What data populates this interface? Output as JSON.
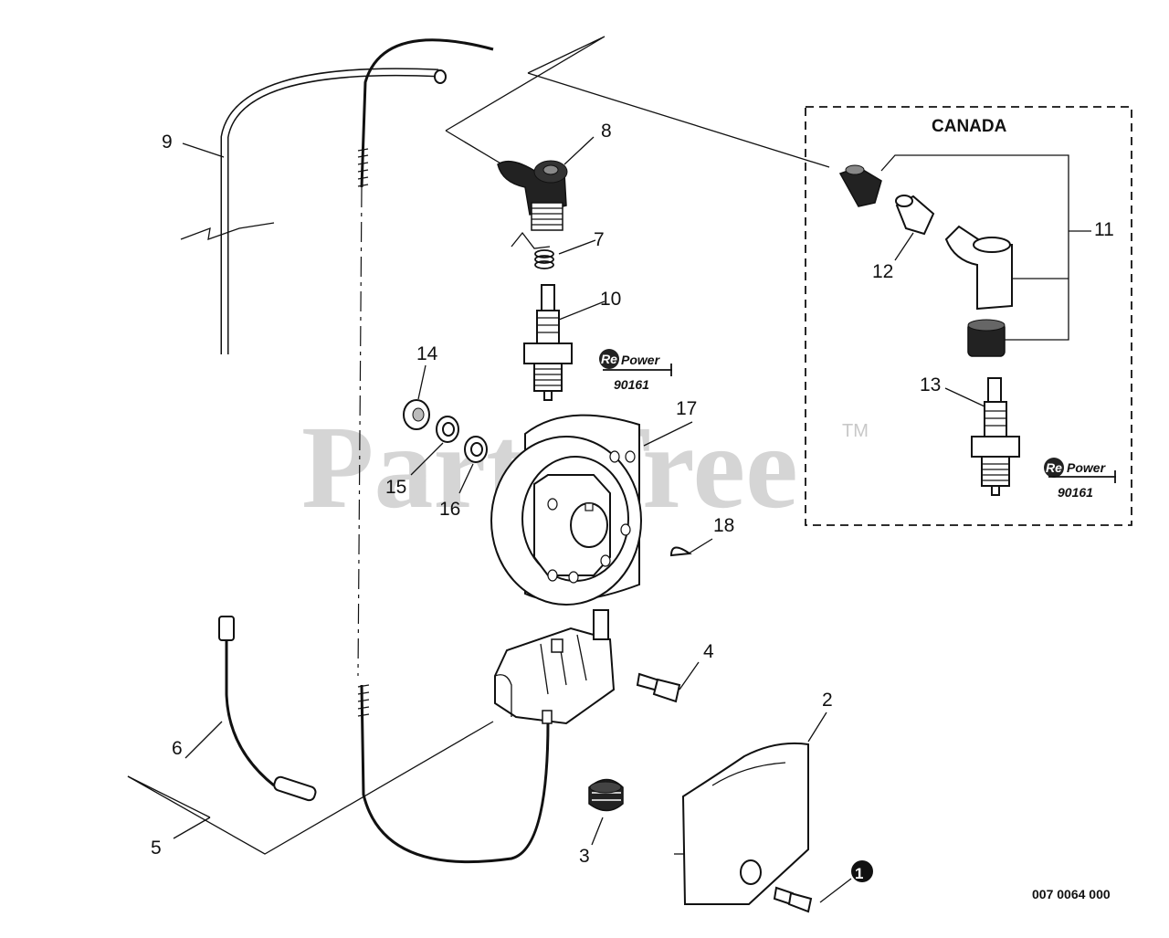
{
  "diagram": {
    "region_label": "CANADA",
    "watermark": "PartsTree",
    "trademark": "TM",
    "reference_number": "007 0064 000",
    "brand_logo": {
      "mark": "Re",
      "word": "Power",
      "part_number": "90161"
    },
    "callouts": [
      {
        "id": "c1",
        "label": "1"
      },
      {
        "id": "c2",
        "label": "2"
      },
      {
        "id": "c3",
        "label": "3"
      },
      {
        "id": "c4",
        "label": "4"
      },
      {
        "id": "c5",
        "label": "5"
      },
      {
        "id": "c6",
        "label": "6"
      },
      {
        "id": "c7",
        "label": "7"
      },
      {
        "id": "c8",
        "label": "8"
      },
      {
        "id": "c9",
        "label": "9"
      },
      {
        "id": "c10",
        "label": "10"
      },
      {
        "id": "c11",
        "label": "11"
      },
      {
        "id": "c12",
        "label": "12"
      },
      {
        "id": "c13",
        "label": "13"
      },
      {
        "id": "c14",
        "label": "14"
      },
      {
        "id": "c15",
        "label": "15"
      },
      {
        "id": "c16",
        "label": "16"
      },
      {
        "id": "c17",
        "label": "17"
      },
      {
        "id": "c18",
        "label": "18"
      }
    ]
  }
}
